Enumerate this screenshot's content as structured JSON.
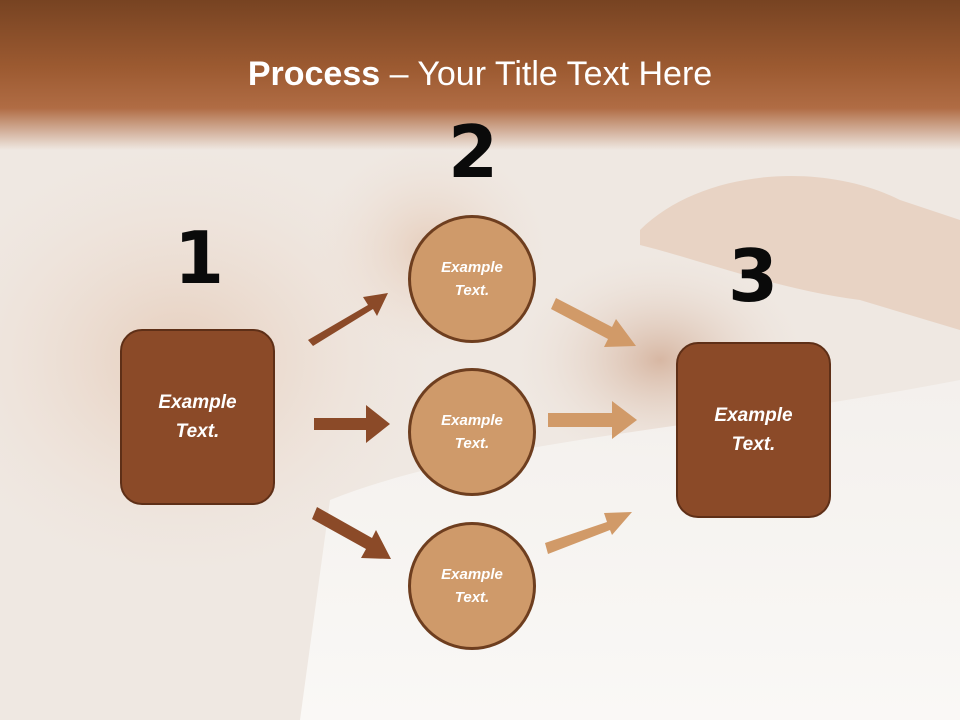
{
  "slide": {
    "title_bold": "Process",
    "title_dash": " – ",
    "title_rest": "Your Title Text Here"
  },
  "steps": {
    "step1_number": "1",
    "step2_number": "2",
    "step3_number": "3"
  },
  "nodes": {
    "left_box": "Example Text.",
    "circle_top": "Example Text.",
    "circle_middle": "Example Text.",
    "circle_bottom": "Example Text.",
    "right_box": "Example Text."
  },
  "colors": {
    "header": "#9c5a31",
    "box_fill": "#8b4a28",
    "circle_fill": "#cf9a6a",
    "arrow_dark": "#8b4a28",
    "arrow_light": "#d19a68"
  }
}
